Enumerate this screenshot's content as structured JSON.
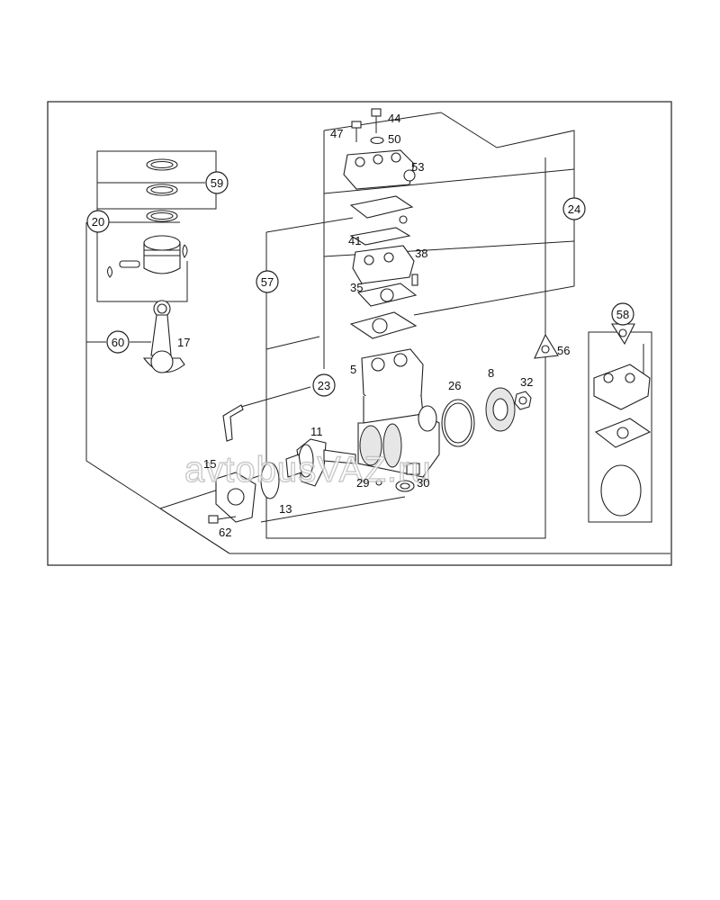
{
  "callouts": {
    "c20": "20",
    "c59": "59",
    "c60": "60",
    "c57": "57",
    "c23": "23",
    "c24": "24",
    "c56": "56",
    "c58": "58"
  },
  "labels": {
    "l47": "47",
    "l44": "44",
    "l50": "50",
    "l53": "53",
    "l41": "41",
    "l38": "38",
    "l35": "35",
    "l17": "17",
    "l5": "5",
    "l26": "26",
    "l8": "8",
    "l32": "32",
    "l11": "11",
    "l15": "15",
    "l13": "13",
    "l29": "29",
    "l30": "30",
    "l62": "62"
  },
  "watermark": "avtobusVAZ.ru"
}
